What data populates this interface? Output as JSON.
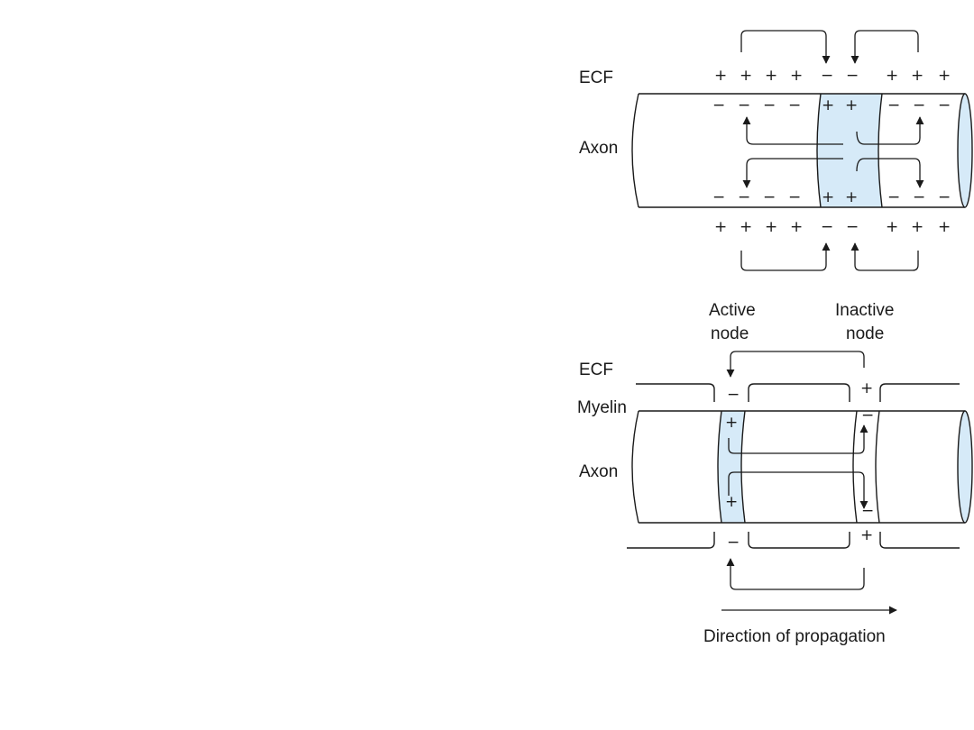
{
  "top": {
    "ecf_label": "ECF",
    "axon_label": "Axon",
    "outer_signs_left": [
      "+",
      "+",
      "+",
      "+"
    ],
    "outer_signs_center": [
      "−",
      "−"
    ],
    "outer_signs_right": [
      "+",
      "+",
      "+"
    ],
    "inner_signs_left": [
      "−",
      "−",
      "−",
      "−"
    ],
    "inner_signs_center": [
      "+",
      "+"
    ],
    "inner_signs_right": [
      "−",
      "−",
      "−"
    ]
  },
  "bottom": {
    "active_node_label": [
      "Active",
      "node"
    ],
    "inactive_node_label": [
      "Inactive",
      "node"
    ],
    "ecf_label": "ECF",
    "myelin_label": "Myelin",
    "axon_label": "Axon",
    "active_outer_sign": "−",
    "active_inner_sign": "+",
    "inactive_outer_sign": "+",
    "inactive_inner_sign": "−",
    "direction_label": "Direction of propagation"
  },
  "colors": {
    "active_region": "#d6eaf8",
    "line": "#1a1a1a"
  }
}
